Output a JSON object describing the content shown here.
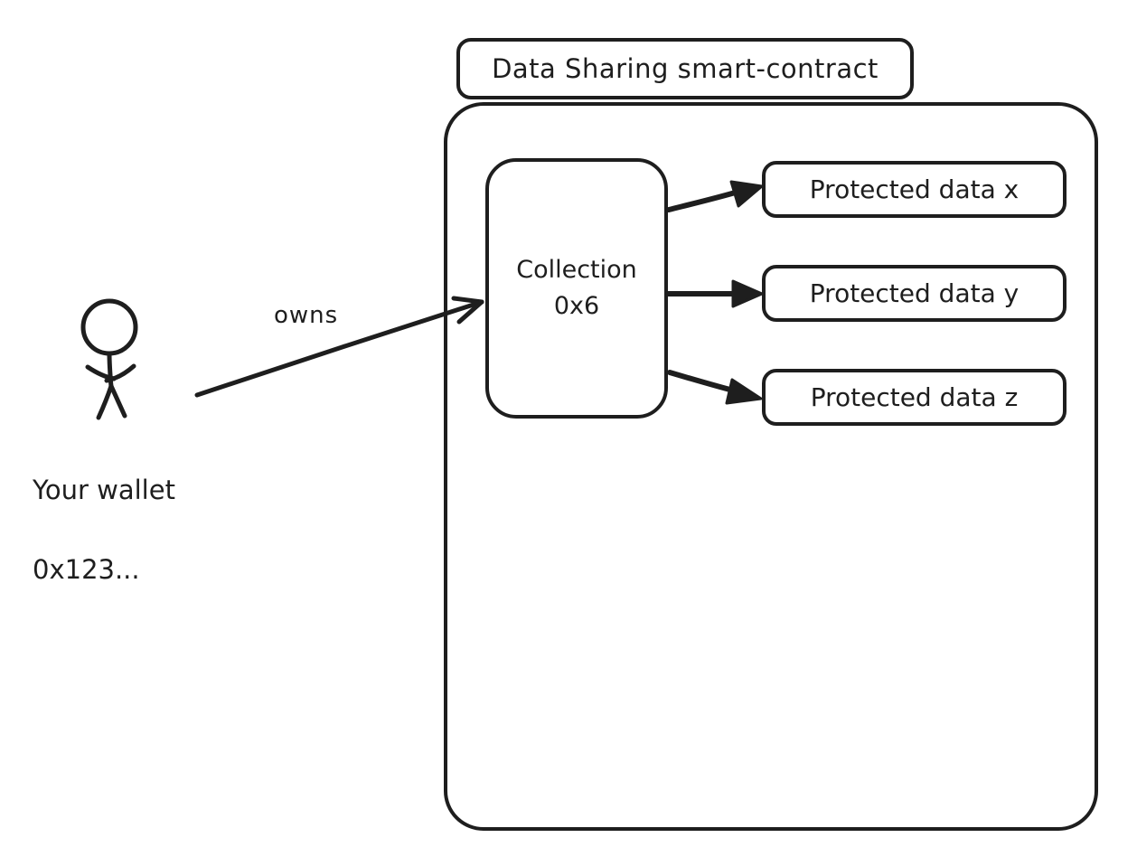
{
  "colors": {
    "stroke": "#1e1e1e",
    "background": "#ffffff"
  },
  "contract": {
    "title": "Data Sharing smart-contract"
  },
  "wallet": {
    "line1": "Your wallet",
    "line2": "0x123..."
  },
  "relation": {
    "label": "owns"
  },
  "collection": {
    "line1": "Collection",
    "line2": "0x6"
  },
  "protected_data": [
    {
      "label": "Protected data x"
    },
    {
      "label": "Protected data y"
    },
    {
      "label": "Protected data z"
    }
  ]
}
